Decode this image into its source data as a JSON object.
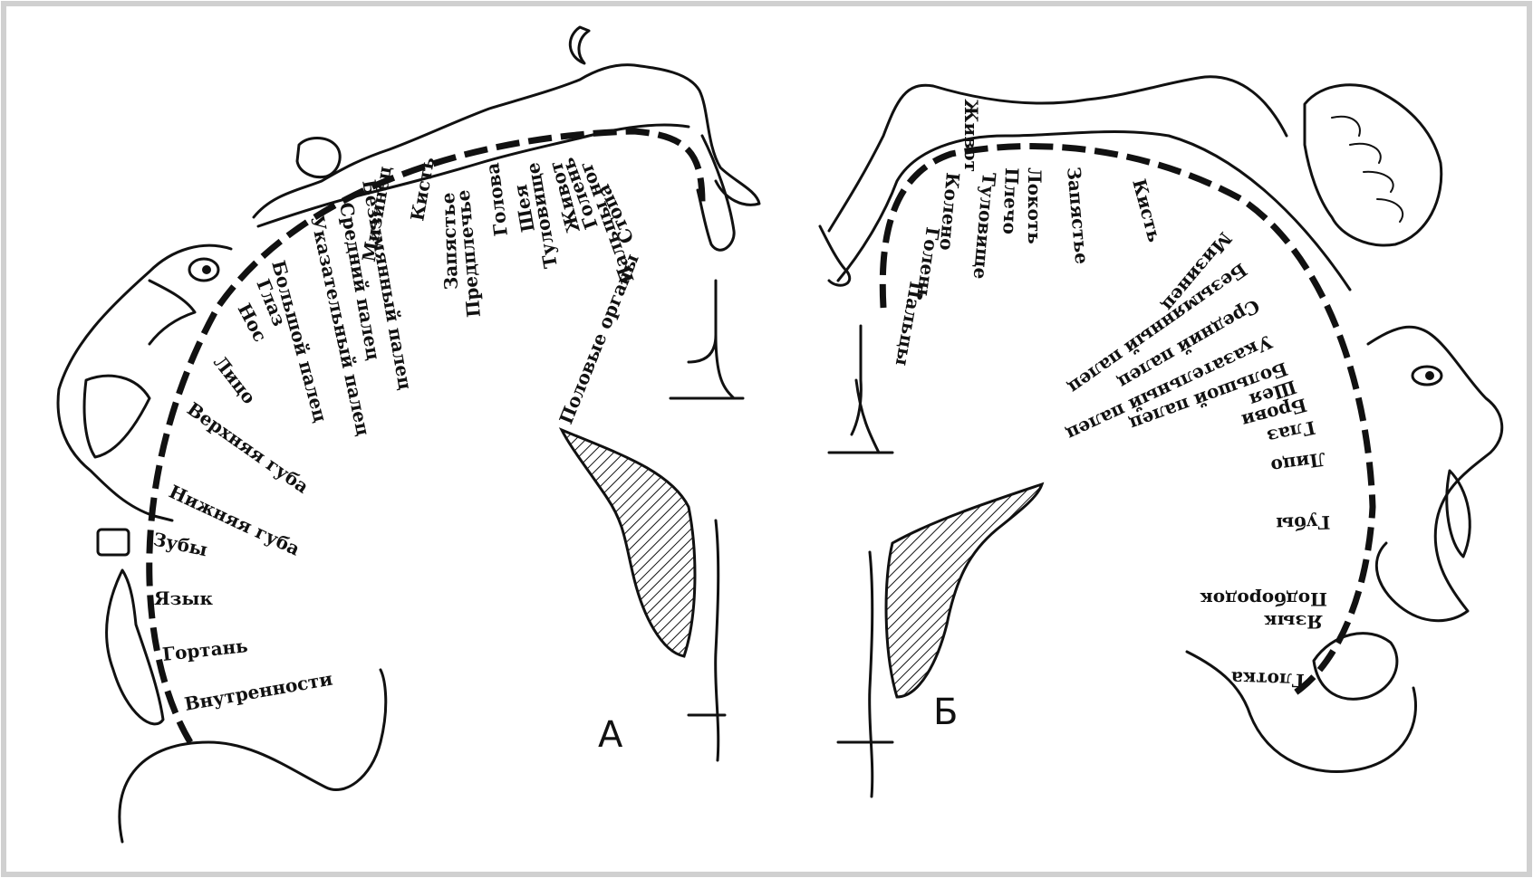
{
  "panels": [
    {
      "id": "A",
      "letter": "А",
      "labels": [
        "Стопа",
        "Пальцы ног",
        "Половые органы",
        "Голень",
        "Живот",
        "Туловище",
        "Шея",
        "Голова",
        "Предплечье",
        "Запястье",
        "Кисть",
        "Мизинец",
        "Безымянный палец",
        "Средний палец",
        "Указательный палец",
        "Большой палец",
        "Глаз",
        "Нос",
        "Лицо",
        "Верхняя губа",
        "Нижняя губа",
        "Зубы",
        "Язык",
        "Гортань",
        "Внутренности"
      ]
    },
    {
      "id": "B",
      "letter": "Б",
      "labels": [
        "Пальцы",
        "Голень",
        "Колено",
        "Живот",
        "Туловище",
        "Плечо",
        "Локоть",
        "Запястье",
        "Кисть",
        "Мизинец",
        "Безымянный палец",
        "Средний палец",
        "Указательный палец",
        "Большой палец",
        "Шея",
        "Брови",
        "Глаз",
        "Лицо",
        "Губы",
        "Подбородок",
        "Язык",
        "Глотка"
      ]
    }
  ],
  "colors": {
    "ink": "#111111",
    "background": "#ffffff",
    "frame": "#c8c8c8"
  }
}
